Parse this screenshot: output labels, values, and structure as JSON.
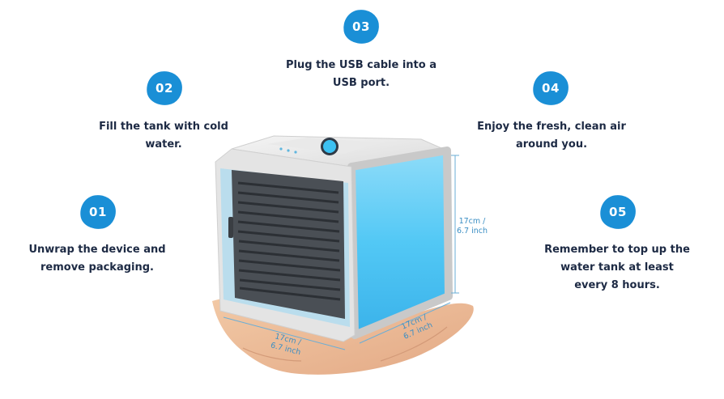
{
  "steps": [
    {
      "number": "01",
      "lines": [
        "Unwrap the device and",
        "remove packaging."
      ]
    },
    {
      "number": "02",
      "lines": [
        "Fill the tank with cold",
        "water."
      ]
    },
    {
      "number": "03",
      "lines": [
        "Plug the USB cable into a",
        "USB port."
      ]
    },
    {
      "number": "04",
      "lines": [
        "Enjoy the fresh, clean air",
        "around you."
      ]
    },
    {
      "number": "05",
      "lines": [
        "Remember to top up the",
        "water tank at least",
        "every 8 hours."
      ]
    }
  ],
  "dimensions": {
    "height": [
      "17cm /",
      "6.7 inch"
    ],
    "depth": [
      "17cm /",
      "6.7 inch"
    ],
    "width": [
      "17cm /",
      "6.7 inch"
    ]
  },
  "colors": {
    "badge": "#1a8fd6",
    "text": "#1d2a44",
    "dimension": "#3a8ec4",
    "glow": "#52c8f5"
  },
  "icons": [
    "air-cooler-illustration",
    "hand-illustration"
  ]
}
